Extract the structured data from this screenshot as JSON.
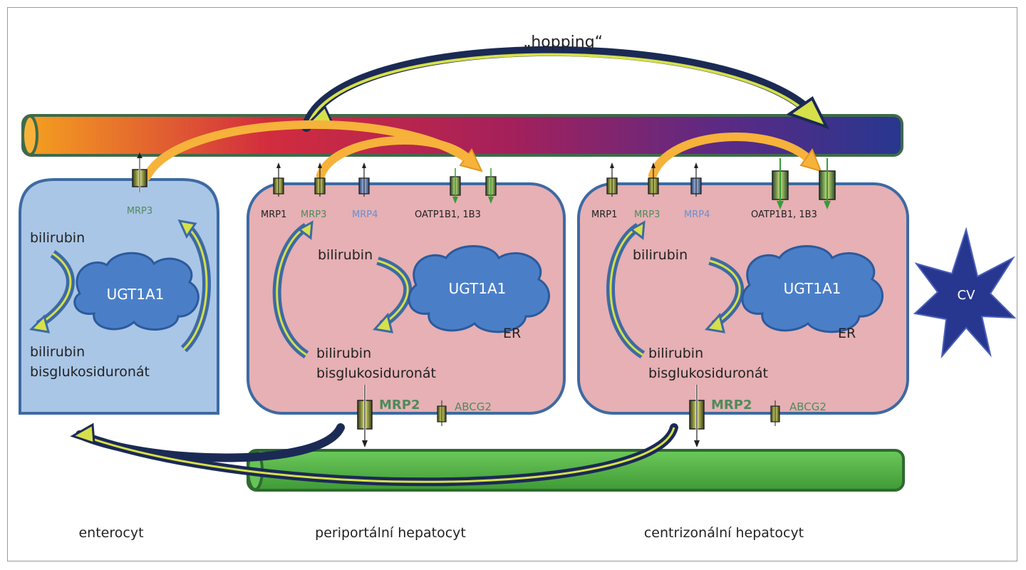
{
  "title": "„hopping“",
  "cells": {
    "enterocyte": {
      "transporter": "MRP3",
      "substrate": "bilirubin",
      "product_line1": "bilirubin",
      "product_line2": "bisglukosiduronát",
      "enzyme": "UGT1A1",
      "caption": "enterocyt"
    },
    "periportal": {
      "mrp1": "MRP1",
      "mrp3": "MRP3",
      "mrp4": "MRP4",
      "oatp": "OATP1B1, 1B3",
      "substrate": "bilirubin",
      "enzyme": "UGT1A1",
      "er": "ER",
      "product_line1": "bilirubin",
      "product_line2": "bisglukosiduronát",
      "mrp2": "MRP2",
      "abcg2": "ABCG2",
      "caption": "periportální hepatocyt"
    },
    "centrizonal": {
      "mrp1": "MRP1",
      "mrp3": "MRP3",
      "mrp4": "MRP4",
      "oatp": "OATP1B1, 1B3",
      "substrate": "bilirubin",
      "enzyme": "UGT1A1",
      "er": "ER",
      "product_line1": "bilirubin",
      "product_line2": "bisglukosiduronát",
      "mrp2": "MRP2",
      "abcg2": "ABCG2",
      "caption": "centrizonální hepatocyt"
    }
  },
  "central_vein": "CV",
  "colors": {
    "enterocyte_fill": "#a9c6e6",
    "hepatocyte_fill": "#e6b0b4",
    "cell_border": "#3d6aa3",
    "ugt_fill": "#4a7fc8",
    "sinusoid_start": "#f39a1e",
    "sinusoid_mid": "#c8203f",
    "sinusoid_end": "#2b3a92",
    "bile_duct": "#55b847",
    "orange_arrow": "#f6b23a",
    "dark_arrow": "#1b2a55",
    "yellow_green": "#d6e04a",
    "cv_fill": "#27378f",
    "mrp_label_green": "#4f8a5a",
    "mrp4_label_blue": "#6a8ed0"
  }
}
